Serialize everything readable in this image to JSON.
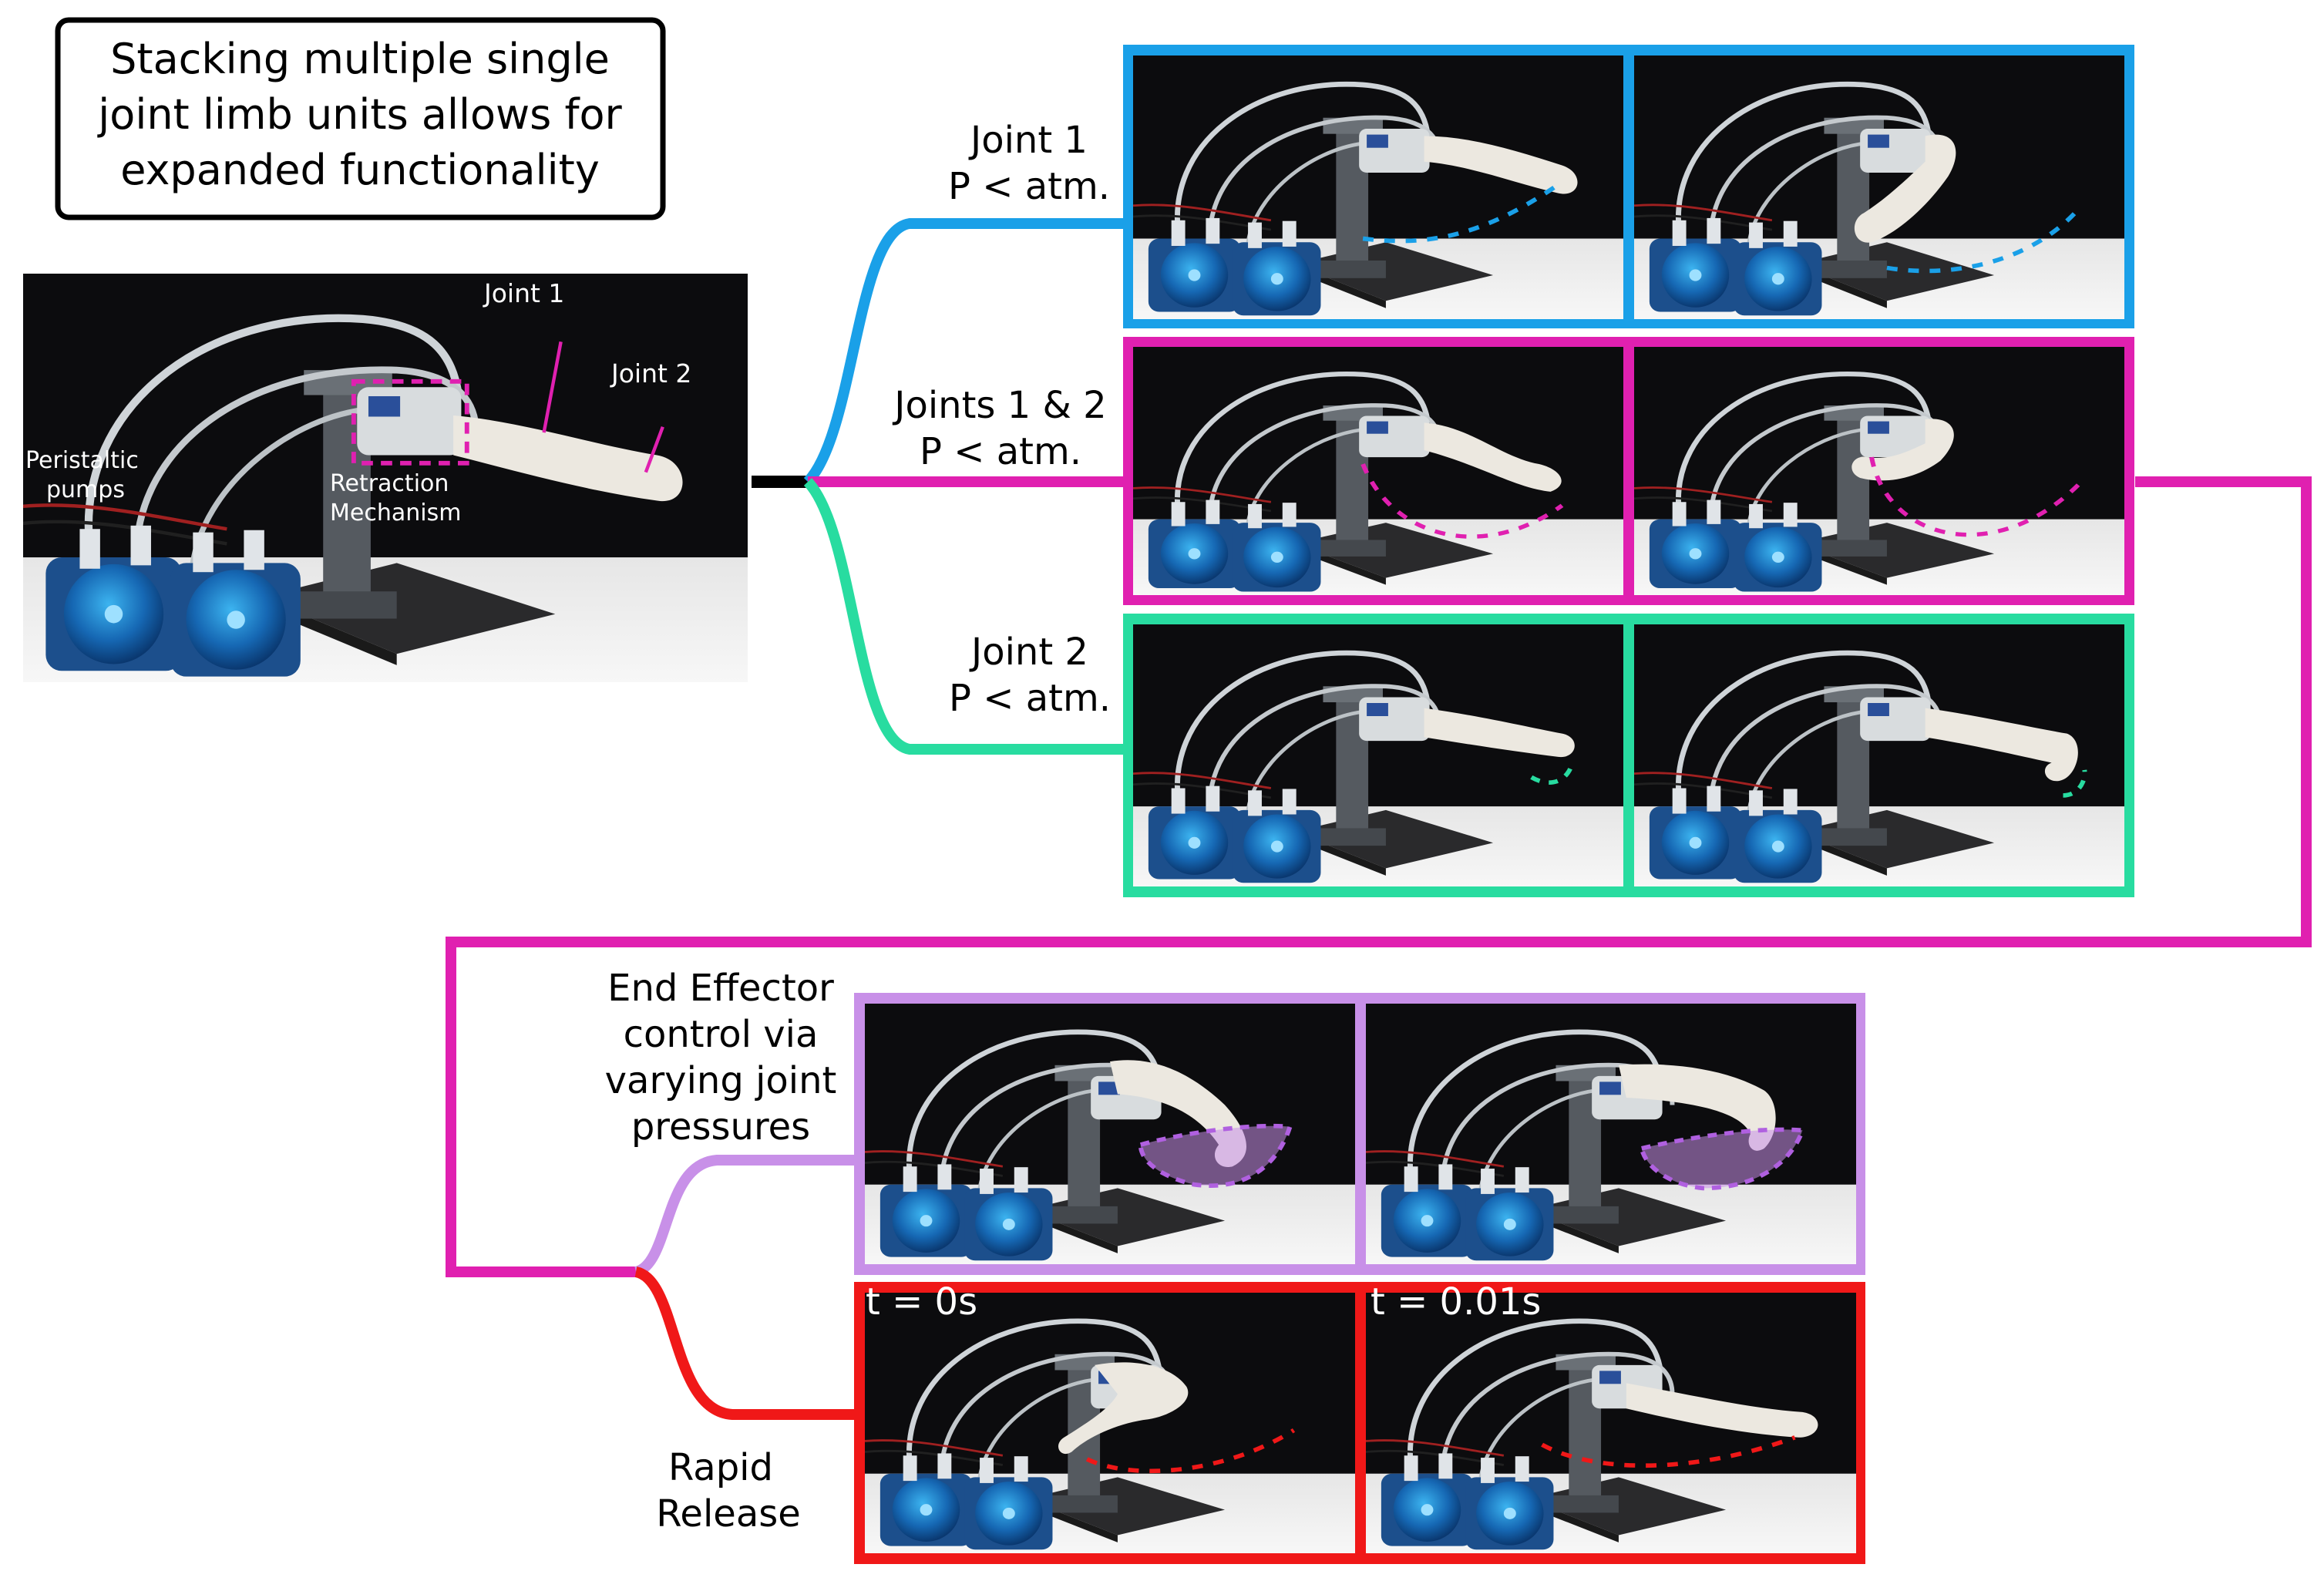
{
  "title_box": {
    "lines": [
      "Stacking multiple single",
      "joint limb units allows for",
      "expanded functionality"
    ]
  },
  "main_photo": {
    "labels": {
      "joint1": "Joint 1",
      "joint2": "Joint 2",
      "pumps": [
        "Peristaltic",
        "pumps"
      ],
      "retraction": [
        "Retraction",
        "Mechanism"
      ]
    }
  },
  "branches": {
    "joint1": {
      "lines": [
        "Joint 1",
        "P < atm."
      ]
    },
    "joints12": {
      "lines": [
        "Joints 1 & 2",
        "P < atm."
      ]
    },
    "joint2": {
      "lines": [
        "Joint 2",
        "P < atm."
      ]
    },
    "end_effector": {
      "lines": [
        "End Effector",
        "control via",
        "varying joint",
        "pressures"
      ]
    },
    "rapid_release": {
      "lines": [
        "Rapid",
        "Release"
      ]
    }
  },
  "timestamps": {
    "t0": "t = 0s",
    "t1": "t = 0.01s"
  },
  "colors": {
    "blue": "#1aa0e8",
    "magenta": "#e020b0",
    "green": "#28dca0",
    "lavender": "#c890e8",
    "red": "#f01818",
    "black": "#000000"
  }
}
